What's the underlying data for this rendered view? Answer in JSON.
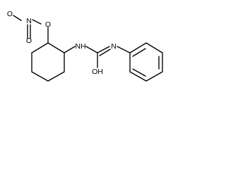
{
  "molecule": {
    "atoms": {
      "oxygen_top_left": "O",
      "nitrogen_nitrate": "N",
      "oxygen_nitro_double": "O",
      "oxygen_ester": "O",
      "nitrogen_amide": "NH",
      "oxygen_hydroxyl": "OH",
      "nitrogen_imine": "N"
    },
    "colors": {
      "bond": "#000000",
      "label": "#000000",
      "background": "#ffffff"
    }
  }
}
